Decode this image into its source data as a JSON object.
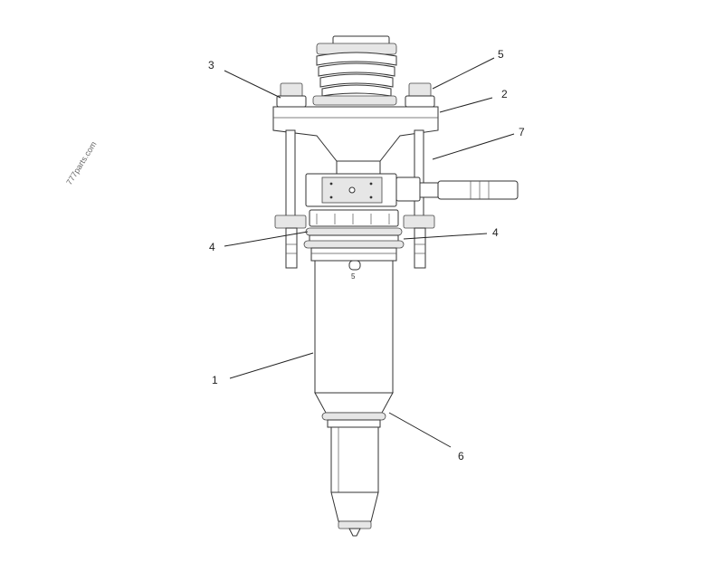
{
  "watermark": "777parts.com",
  "callouts": {
    "c1": "1",
    "c2": "2",
    "c3": "3",
    "c4a": "4",
    "c4b": "4",
    "c5": "5",
    "c6": "6",
    "c7": "7",
    "body_mark": "5"
  }
}
